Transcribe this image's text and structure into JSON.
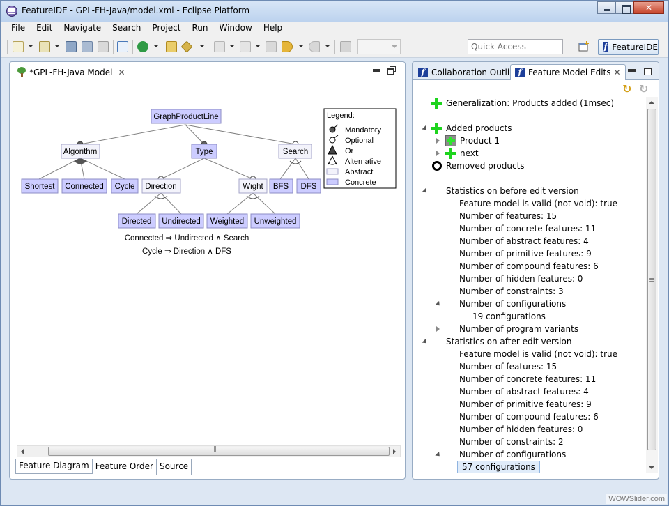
{
  "window": {
    "title": "FeatureIDE - GPL-FH-Java/model.xml - Eclipse Platform"
  },
  "menu": [
    "File",
    "Edit",
    "Navigate",
    "Search",
    "Project",
    "Run",
    "Window",
    "Help"
  ],
  "toolbar": {
    "quick_access_placeholder": "Quick Access",
    "perspective_label": "FeatureIDE"
  },
  "editor": {
    "tab_title": "*GPL-FH-Java Model",
    "bottom_tabs": [
      "Feature Diagram",
      "Feature Order",
      "Source"
    ],
    "diagram": {
      "root": "GraphProductLine",
      "features": {
        "algorithm": "Algorithm",
        "type": "Type",
        "search": "Search",
        "shortest": "Shortest",
        "connected": "Connected",
        "cycle": "Cycle",
        "direction": "Direction",
        "wight": "Wight",
        "bfs": "BFS",
        "dfs": "DFS",
        "directed": "Directed",
        "undirected": "Undirected",
        "weighted": "Weighted",
        "unweighted": "Unweighted"
      },
      "constraints": [
        "Connected  ⇒  Undirected  ∧  Search",
        "Cycle  ⇒  Direction  ∧  DFS"
      ],
      "legend": {
        "title": "Legend:",
        "items": [
          "Mandatory",
          "Optional",
          "Or",
          "Alternative",
          "Abstract",
          "Concrete"
        ]
      },
      "colors": {
        "concrete": "#ccccff",
        "abstract": "#f3f3fb",
        "border": "#8c8cc6"
      }
    }
  },
  "right_panel": {
    "tabs": [
      "Collaboration Outli...",
      "Feature Model Edits"
    ],
    "tree": {
      "generalization": "Generalization: Products added (1msec)",
      "added_products": "Added products",
      "product_1": "Product 1",
      "next": "next",
      "removed_products": "Removed products",
      "before": {
        "title": "Statistics on before edit version",
        "valid": "Feature model is valid (not void): true",
        "features": "Number of features: 15",
        "concrete": "Number of concrete features: 11",
        "abstract": "Number of abstract features: 4",
        "primitive": "Number of primitive features: 9",
        "compound": "Number of compound features: 6",
        "hidden": "Number of hidden features: 0",
        "constraints": "Number of constraints: 3",
        "configurations": "Number of configurations",
        "config_count": "19 configurations",
        "variants": "Number of program variants"
      },
      "after": {
        "title": "Statistics on after edit version",
        "valid": "Feature model is valid (not void): true",
        "features": "Number of features: 15",
        "concrete": "Number of concrete features: 11",
        "abstract": "Number of abstract features: 4",
        "primitive": "Number of primitive features: 9",
        "compound": "Number of compound features: 6",
        "hidden": "Number of hidden features: 0",
        "constraints": "Number of constraints: 2",
        "configurations": "Number of configurations",
        "config_count": "57 configurations"
      }
    }
  },
  "watermark": "WOWSlider.com"
}
